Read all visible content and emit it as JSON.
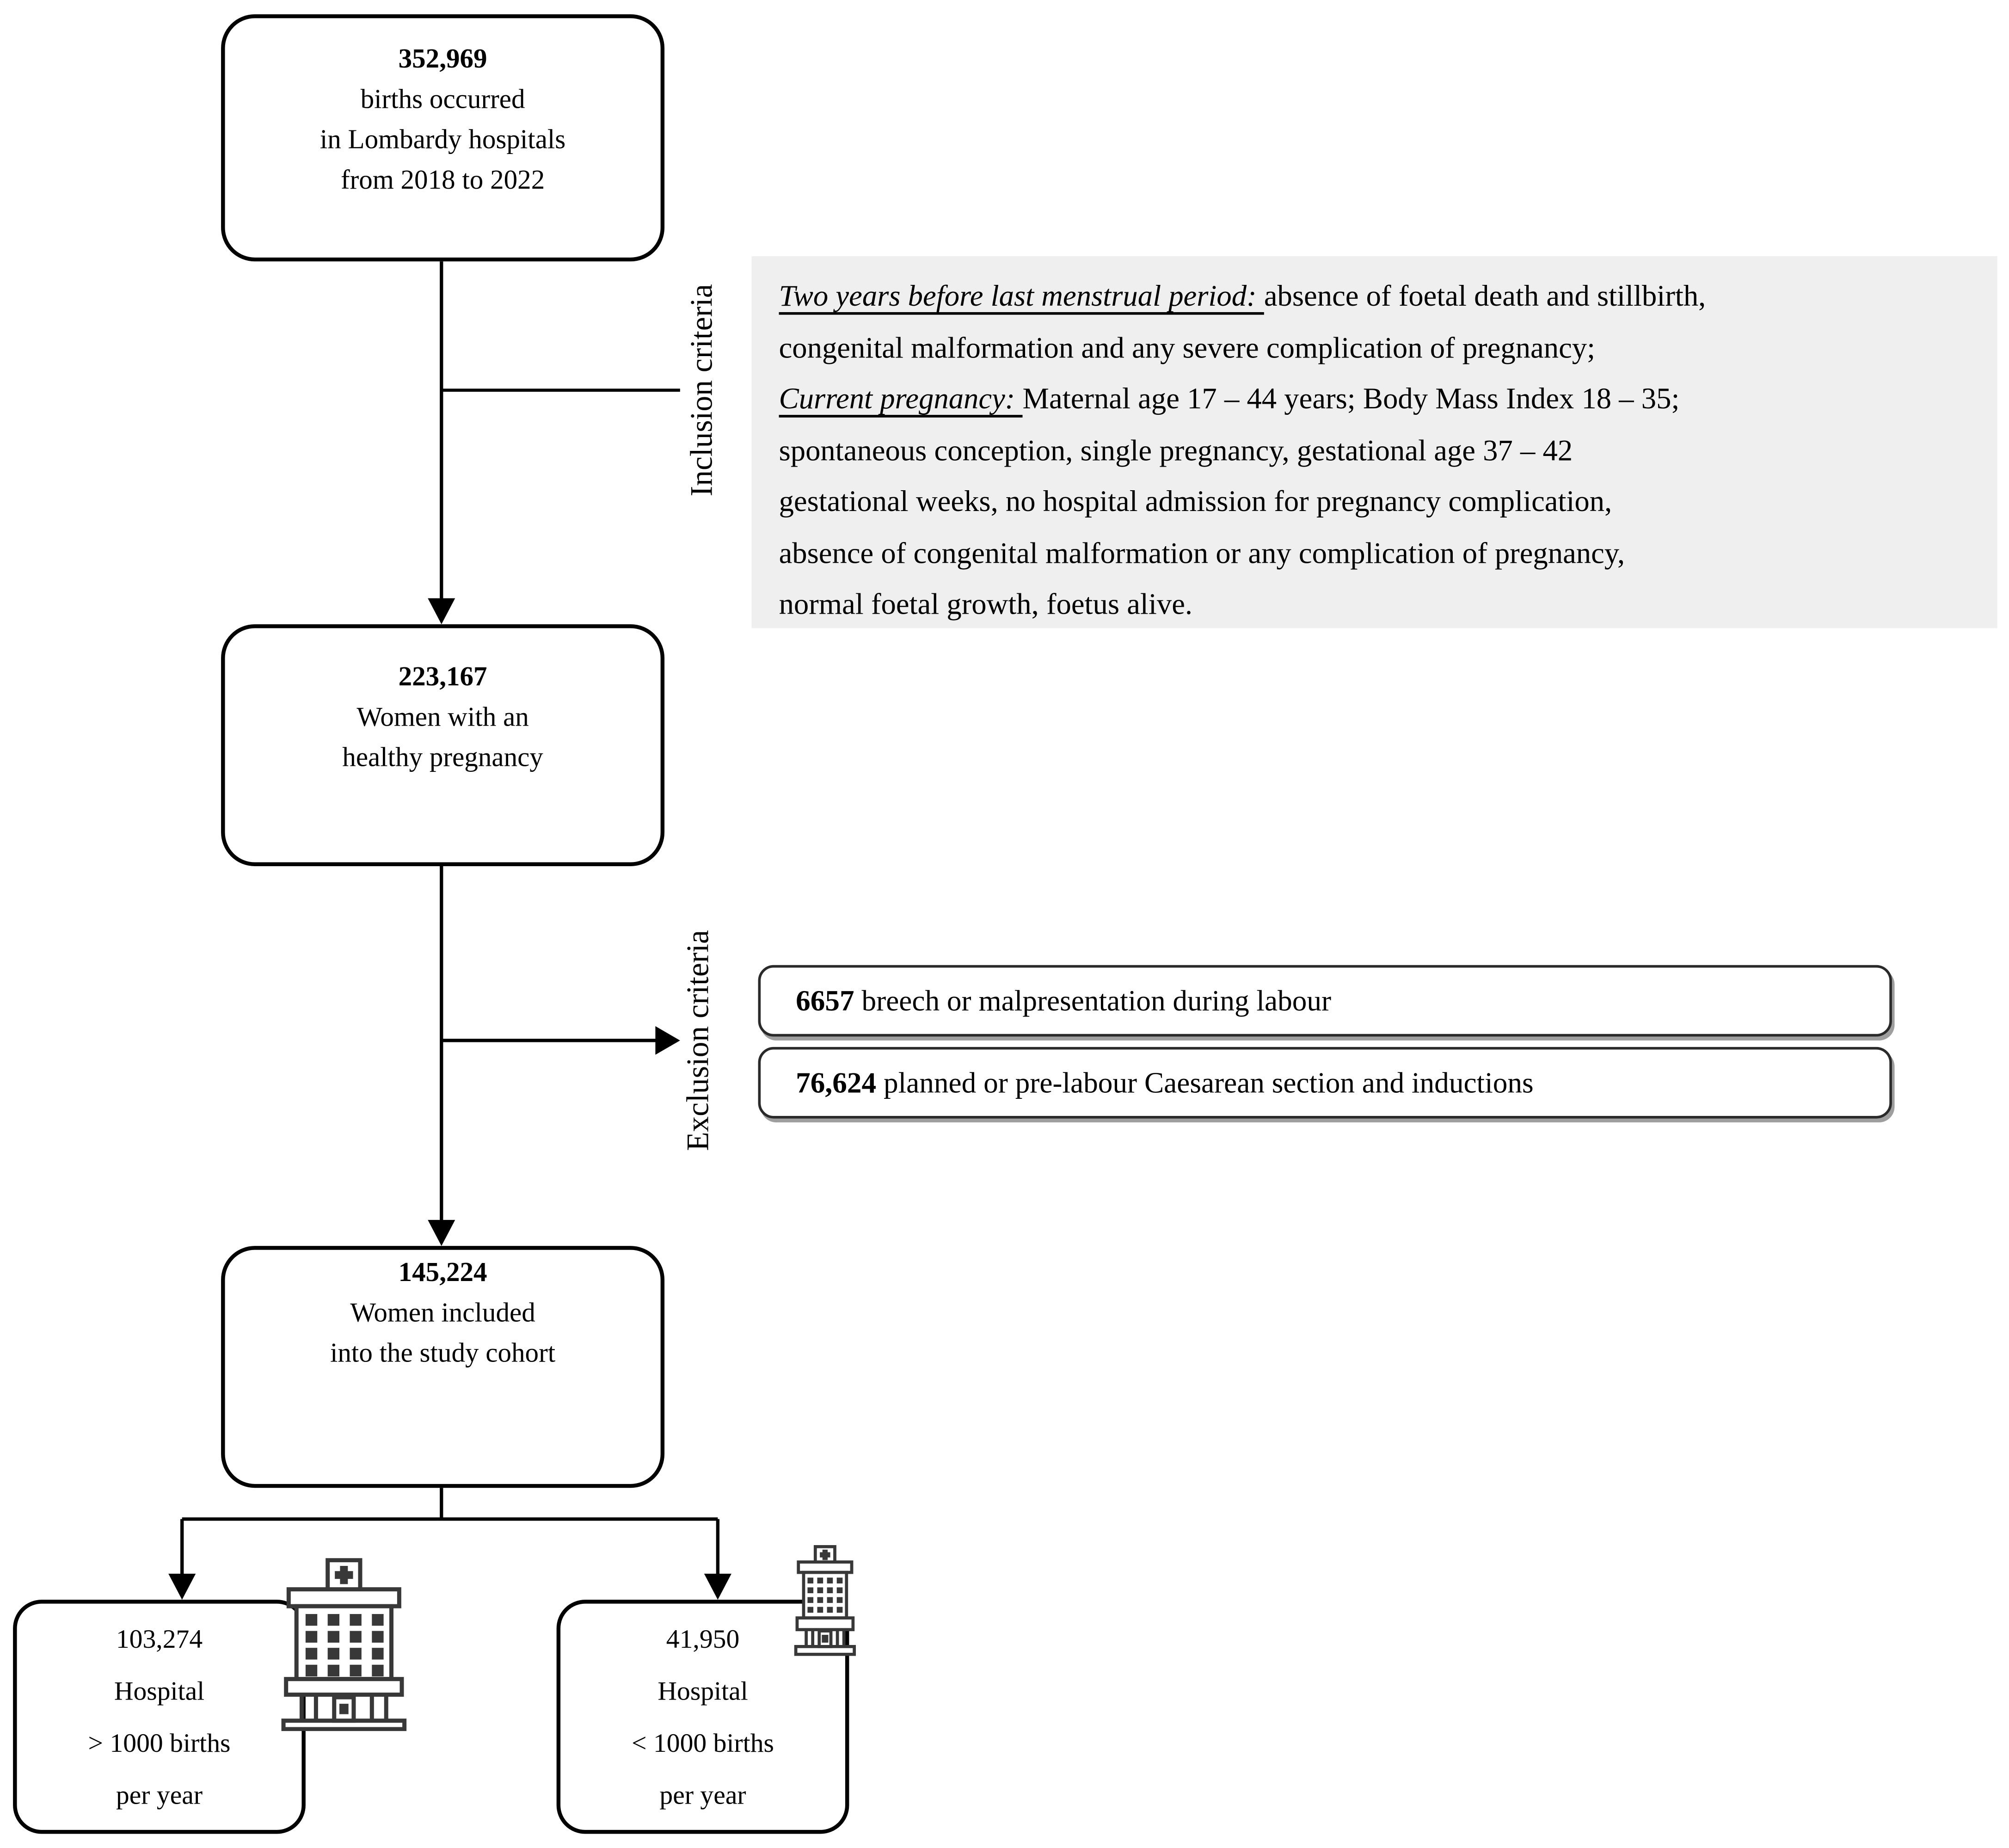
{
  "figure": {
    "boxes": {
      "births": {
        "number": "352,969",
        "lines": [
          "births occurred",
          "in Lombardy hospitals",
          "from 2018 to 2022"
        ]
      },
      "healthy": {
        "number": "223,167",
        "lines": [
          "Women with an",
          "healthy pregnancy"
        ]
      },
      "cohort": {
        "number": "145,224",
        "lines": [
          "Women included",
          "into the study cohort"
        ]
      },
      "large_hospital": {
        "number": "103,274",
        "lines": [
          "Hospital",
          "> 1000 births",
          "per year"
        ]
      },
      "small_hospital": {
        "number": "41,950",
        "lines": [
          "Hospital",
          "< 1000 births",
          "per year"
        ]
      }
    },
    "branch_labels": {
      "inclusion": "Inclusion criteria",
      "exclusion": "Exclusion criteria"
    },
    "inclusion_criteria_segments": [
      {
        "t": "Two years before last menstrual period: ",
        "s": "iu"
      },
      {
        "t": "absence of foetal death and stillbirth,\ncongenital malformation and any severe complication of pregnancy;\n",
        "s": "n"
      },
      {
        "t": "Current pregnancy: ",
        "s": "iu"
      },
      {
        "t": "Maternal age 17 – 44 years; Body Mass Index 18 – 35;\nspontaneous conception, single pregnancy, gestational age 37 – 42\ngestational weeks, no hospital admission for pregnancy complication,\nabsence of congenital malformation or any complication of pregnancy,\nnormal foetal growth, foetus alive.",
        "s": "n"
      }
    ],
    "exclusion_boxes": [
      {
        "number": "6657",
        "text": " breech or malpresentation during labour"
      },
      {
        "number": "76,624",
        "text": " planned or pre-labour Caesarean section and inductions"
      }
    ],
    "icons": {
      "large": "hospital-building-icon",
      "small": "hospital-building-icon"
    },
    "colors": {
      "text": "#000000",
      "box_border": "#000000",
      "criteria_panel_bg": "#efefef",
      "exclusion_border": "#2a2a2a",
      "icon_ink": "#383838"
    }
  }
}
